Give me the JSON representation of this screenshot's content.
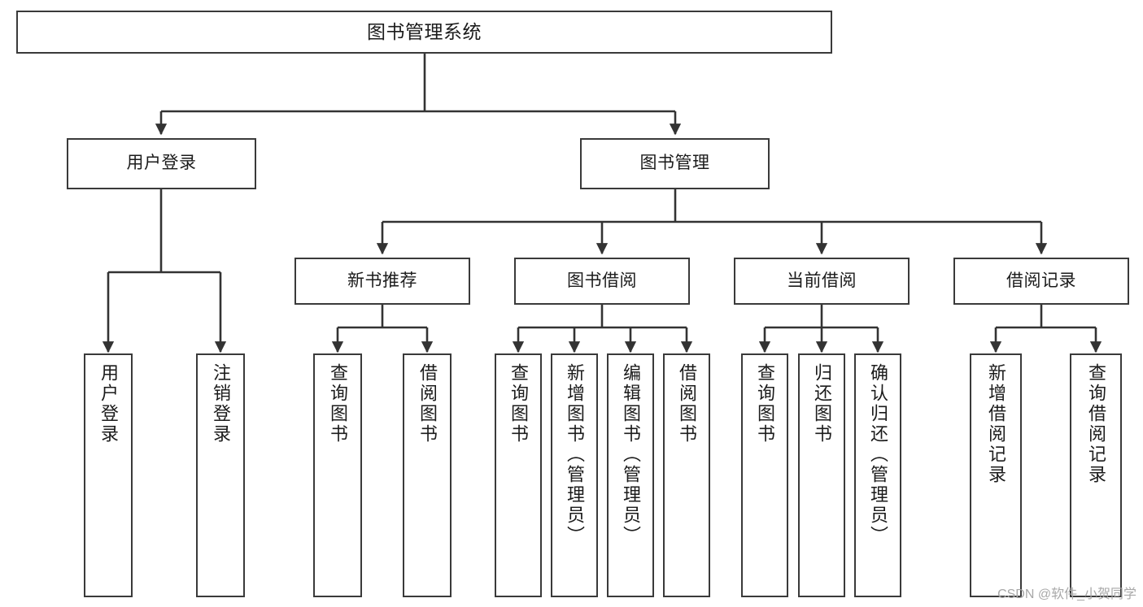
{
  "diagram": {
    "type": "tree-hierarchy",
    "title": "图书管理系统",
    "watermark": "CSDN @软件_小贺同学",
    "style": {
      "background": "#ffffff",
      "box_border": "#3a3a3a",
      "box_fill": "#ffffff",
      "connector": "#333333",
      "text": "#1b1b1b",
      "watermark_color": "#a8a8a8"
    },
    "nodes": {
      "root": {
        "id": "root",
        "label": "图书管理系统",
        "level": 0,
        "orientation": "horizontal"
      },
      "level1": [
        {
          "id": "user-login",
          "label": "用户登录",
          "level": 1,
          "orientation": "horizontal"
        },
        {
          "id": "book-manage",
          "label": "图书管理",
          "level": 1,
          "orientation": "horizontal"
        }
      ],
      "level2": [
        {
          "id": "new-book-rec",
          "label": "新书推荐",
          "level": 2,
          "orientation": "horizontal",
          "parent": "book-manage"
        },
        {
          "id": "book-borrow",
          "label": "图书借阅",
          "level": 2,
          "orientation": "horizontal",
          "parent": "book-manage"
        },
        {
          "id": "current-borrow",
          "label": "当前借阅",
          "level": 2,
          "orientation": "horizontal",
          "parent": "book-manage"
        },
        {
          "id": "borrow-record",
          "label": "借阅记录",
          "level": 2,
          "orientation": "horizontal",
          "parent": "book-manage"
        }
      ],
      "leaves": [
        {
          "id": "leaf-user-login",
          "label": "用户登录",
          "parent": "user-login",
          "orientation": "vertical"
        },
        {
          "id": "leaf-logout",
          "label": "注销登录",
          "parent": "user-login",
          "orientation": "vertical"
        },
        {
          "id": "leaf-query-book-1",
          "label": "查询图书",
          "parent": "new-book-rec",
          "orientation": "vertical"
        },
        {
          "id": "leaf-borrow-book-1",
          "label": "借阅图书",
          "parent": "new-book-rec",
          "orientation": "vertical"
        },
        {
          "id": "leaf-query-book-2",
          "label": "查询图书",
          "parent": "book-borrow",
          "orientation": "vertical"
        },
        {
          "id": "leaf-add-book",
          "label": "新增图书（管理员）",
          "parent": "book-borrow",
          "orientation": "vertical"
        },
        {
          "id": "leaf-edit-book",
          "label": "编辑图书（管理员）",
          "parent": "book-borrow",
          "orientation": "vertical"
        },
        {
          "id": "leaf-borrow-book-2",
          "label": "借阅图书",
          "parent": "book-borrow",
          "orientation": "vertical"
        },
        {
          "id": "leaf-query-book-3",
          "label": "查询图书",
          "parent": "current-borrow",
          "orientation": "vertical"
        },
        {
          "id": "leaf-return-book",
          "label": "归还图书",
          "parent": "current-borrow",
          "orientation": "vertical"
        },
        {
          "id": "leaf-confirm-return",
          "label": "确认归还（管理员）",
          "parent": "current-borrow",
          "orientation": "vertical"
        },
        {
          "id": "leaf-add-record",
          "label": "新增借阅记录",
          "parent": "borrow-record",
          "orientation": "vertical"
        },
        {
          "id": "leaf-query-record",
          "label": "查询借阅记录",
          "parent": "borrow-record",
          "orientation": "vertical"
        }
      ]
    }
  }
}
